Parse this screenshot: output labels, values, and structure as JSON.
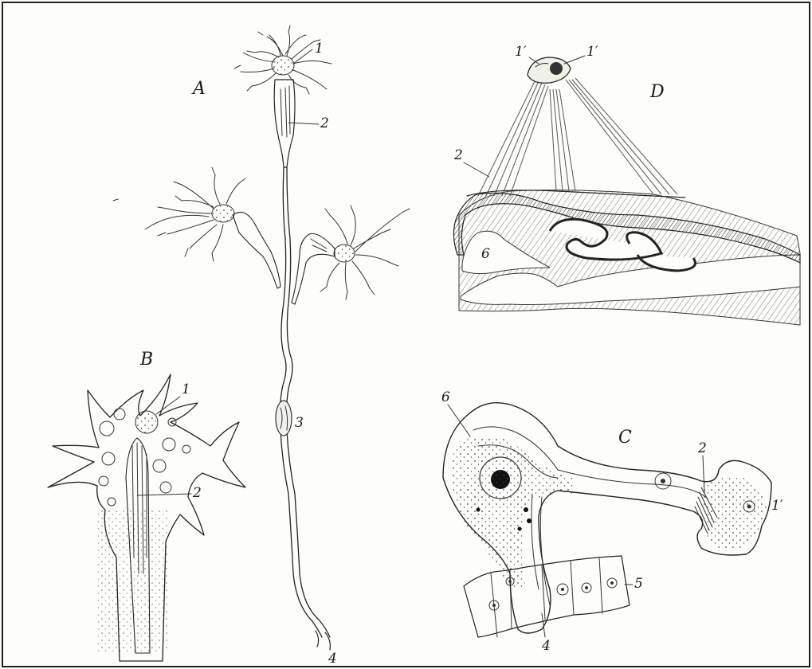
{
  "figure": {
    "panel_letters": {
      "A": "A",
      "B": "B",
      "C": "C",
      "D": "D"
    },
    "labels": {
      "A_1": "1",
      "A_2": "2",
      "A_3": "3",
      "A_4": "4",
      "B_1": "1",
      "B_2": "2",
      "C_1p": "1′",
      "C_2": "2",
      "C_4": "4",
      "C_5": "5",
      "C_6": "6",
      "D_1p_left": "1′",
      "D_1p_right": "1′",
      "D_2": "2",
      "D_6": "6"
    }
  }
}
